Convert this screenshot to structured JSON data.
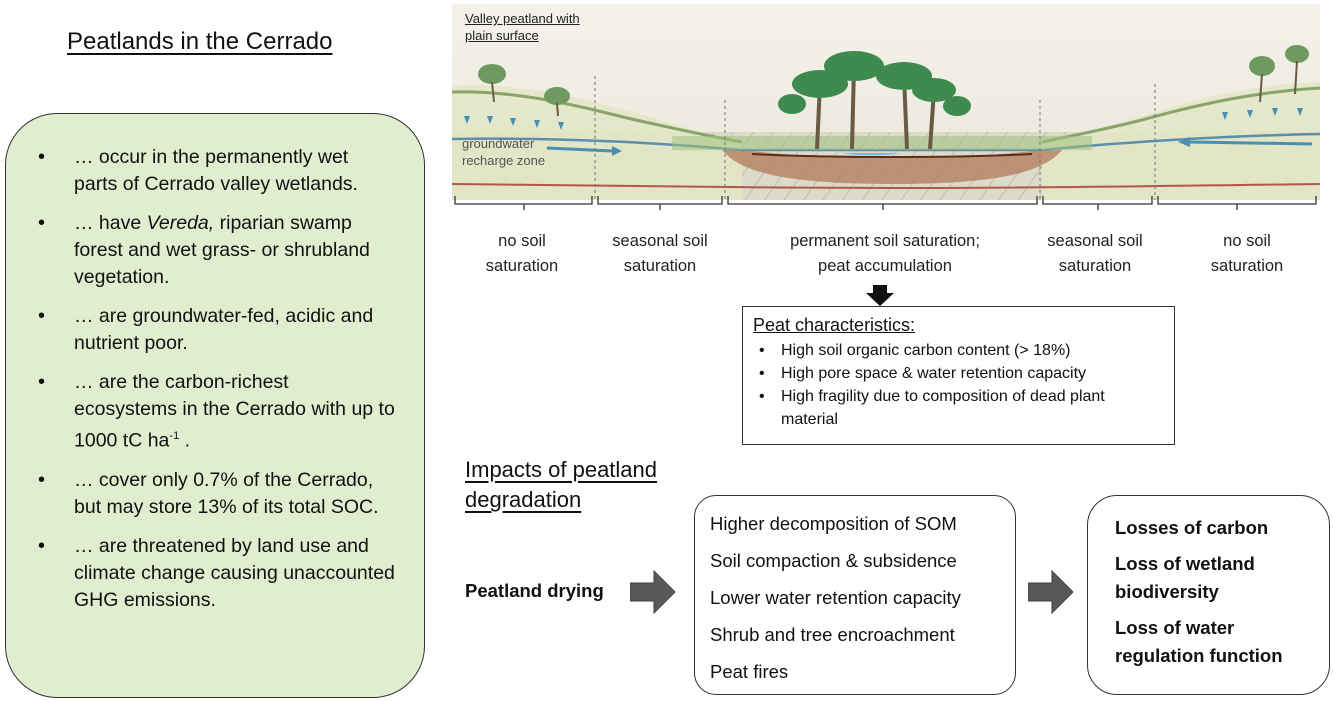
{
  "main_title": "Peatlands in the Cerrado",
  "bullets": [
    {
      "text": "… occur in the permanently wet parts of Cerrado valley wetlands."
    },
    {
      "pre": "… have ",
      "ital": "Vereda,",
      "post": " riparian swamp forest and wet grass- or shrubland vegetation."
    },
    {
      "text": "… are groundwater-fed, acidic and nutrient poor."
    },
    {
      "pre": "… are the carbon-richest ecosystems in the Cerrado with up to 1000 tC ha",
      "sup": "-1",
      "post": " ."
    },
    {
      "text": "… cover only 0.7% of the Cerrado, but may store 13% of its total SOC."
    },
    {
      "text": "… are threatened by land use and climate change causing unaccounted GHG emissions."
    }
  ],
  "scene": {
    "title_line1": "Valley peatland with",
    "title_line2": "plain surface",
    "groundwater_line1": "groundwater",
    "groundwater_line2": "recharge zone"
  },
  "zones": [
    {
      "line1": "no soil",
      "line2": "saturation"
    },
    {
      "line1": "seasonal soil",
      "line2": "saturation"
    },
    {
      "line1": "permanent soil saturation;",
      "line2": "peat accumulation"
    },
    {
      "line1": "seasonal soil",
      "line2": "saturation"
    },
    {
      "line1": "no soil",
      "line2": "saturation"
    }
  ],
  "peat": {
    "title": "Peat characteristics:",
    "items": [
      "High soil organic carbon content (> 18%)",
      "High pore space & water retention capacity",
      "High fragility due to composition of dead plant material"
    ]
  },
  "impacts": {
    "title_line1": "Impacts of peatland",
    "title_line2": "degradation",
    "cause": "Peatland drying",
    "processes": [
      "Higher decomposition of SOM",
      "Soil compaction & subsidence",
      "Lower water retention capacity",
      "Shrub and tree encroachment",
      "Peat fires"
    ],
    "losses": [
      {
        "line1": "Losses of carbon"
      },
      {
        "line1": "Loss of wetland",
        "line2": "biodiversity"
      },
      {
        "line1": "Loss of water",
        "line2": "regulation function"
      }
    ]
  },
  "colors": {
    "box_green": "#e0edcf",
    "arrow_gray": "#595959",
    "water_blue": "#4a8fb0",
    "peat_brown": "#8b5a3c"
  }
}
